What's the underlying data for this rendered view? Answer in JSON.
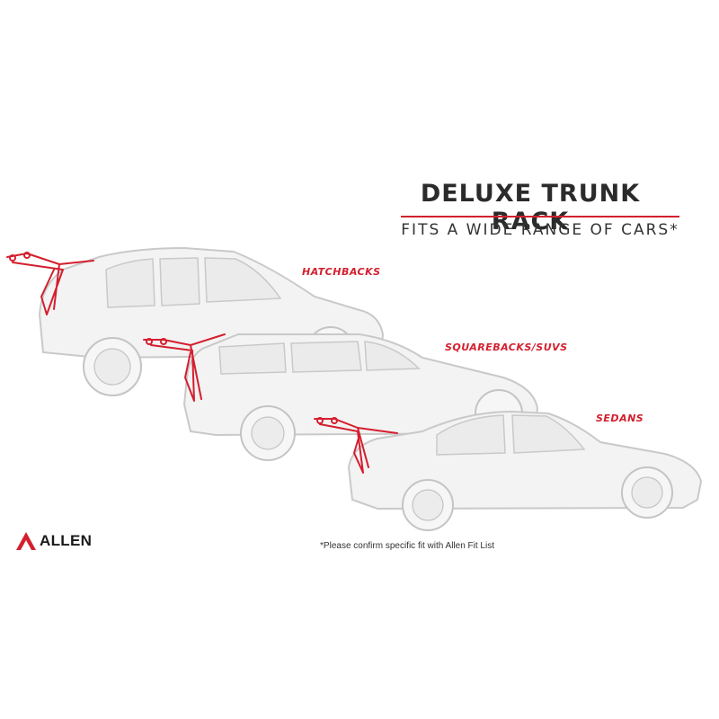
{
  "header": {
    "title": "DELUXE TRUNK RACK",
    "subtitle": "FITS A WIDE RANGE OF CARS*"
  },
  "categories": [
    {
      "label": "HATCHBACKS"
    },
    {
      "label": "SQUAREBACKS/SUVS"
    },
    {
      "label": "SEDANS"
    }
  ],
  "brand": {
    "name": "ALLEN"
  },
  "footnote": "*Please confirm specific fit with Allen Fit List",
  "colors": {
    "accent": "#d41f2e",
    "car_outline": "#c8c8c8",
    "car_fill": "#f2f2f2",
    "text": "#2b2b2b"
  }
}
